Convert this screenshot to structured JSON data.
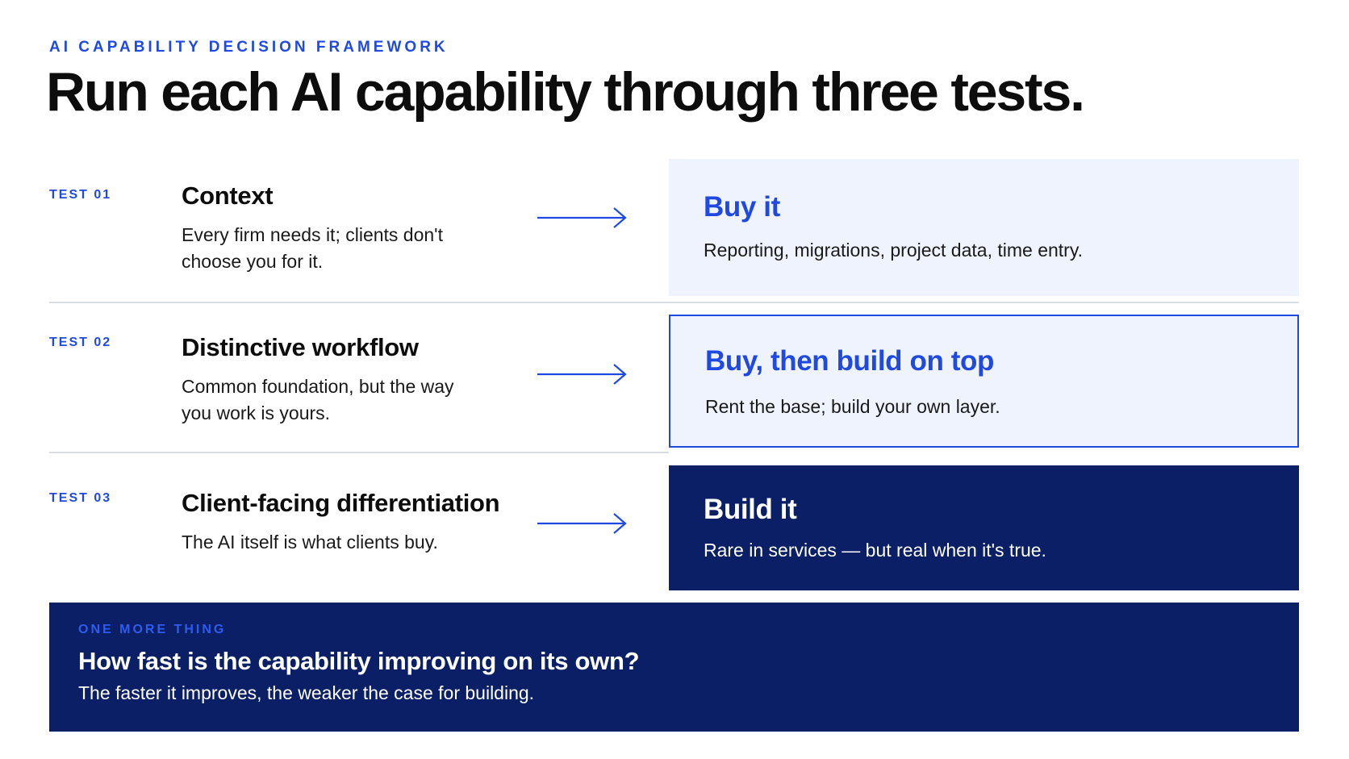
{
  "header": {
    "eyebrow": "AI CAPABILITY DECISION FRAMEWORK",
    "title": "Run each AI capability through three tests."
  },
  "tests": [
    {
      "label": "TEST 01",
      "heading": "Context",
      "description": "Every firm needs it; clients don't choose you for it.",
      "result_title": "Buy it",
      "result_description": "Reporting, migrations, project data, time entry."
    },
    {
      "label": "TEST 02",
      "heading": "Distinctive workflow",
      "description": "Common foundation, but the way you work is yours.",
      "result_title": "Buy, then build on top",
      "result_description": "Rent the base; build your own layer."
    },
    {
      "label": "TEST 03",
      "heading": "Client-facing differentiation",
      "description": "The AI itself is what clients buy.",
      "result_title": "Build it",
      "result_description": "Rare in services — but real when it's true."
    }
  ],
  "footer": {
    "eyebrow": "ONE MORE THING",
    "question": "How fast is the capability improving on its own?",
    "answer": "The faster it improves, the weaker the case for building."
  },
  "colors": {
    "accent_blue": "#1f49e0",
    "navy": "#0a1f66",
    "light_panel": "#eef3fd",
    "divider": "#d9dde5"
  },
  "icons": [
    "arrow-right-icon"
  ]
}
